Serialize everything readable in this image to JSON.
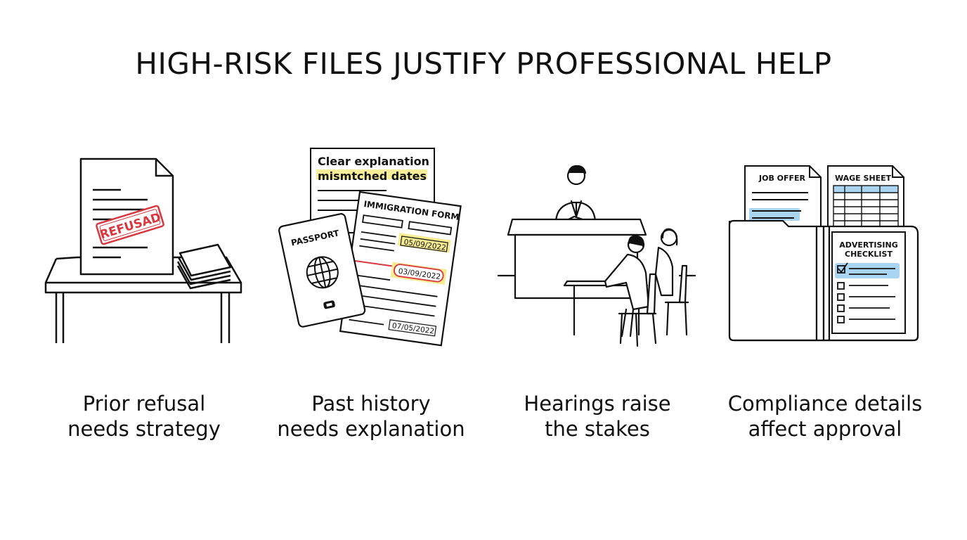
{
  "title": "HIGH-RISK FILES JUSTIFY PROFESSIONAL HELP",
  "panels": [
    {
      "caption_line1": "Prior refusal",
      "caption_line2": "needs strategy",
      "stamp_text": "REFUSAD"
    },
    {
      "caption_line1": "Past history",
      "caption_line2": "needs explanation",
      "note_line1": "Clear explanation",
      "note_line2": "mismtched dates",
      "form_title": "IMMIGRATION FORM",
      "passport_label": "PASSPORT",
      "date_1": "05/09/2022",
      "date_2": "03/09/2022",
      "date_3": "07/05/2022"
    },
    {
      "caption_line1": "Hearings raise",
      "caption_line2": "the stakes"
    },
    {
      "caption_line1": "Compliance details",
      "caption_line2": "affect approval",
      "doc_job_offer": "JOB OFFER",
      "doc_wage_sheet": "WAGE SHEET",
      "checklist_line1": "ADVERTISING",
      "checklist_line2": "CHECKLIST"
    }
  ],
  "colors": {
    "stamp_red": "#d9363e",
    "highlight_yellow": "#f7ec8f",
    "highlight_blue": "#a9d4f2",
    "line": "#111111"
  }
}
